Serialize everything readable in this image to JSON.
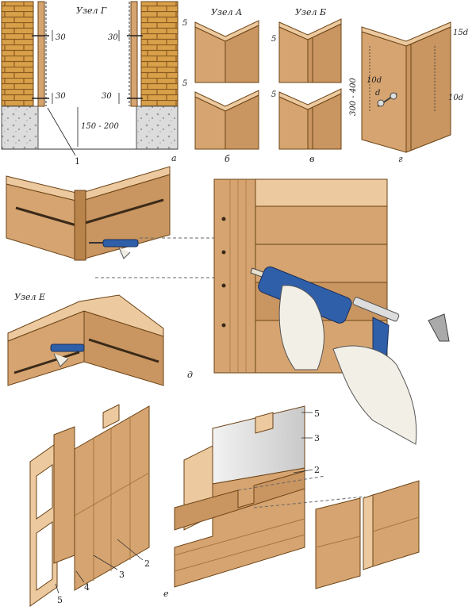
{
  "figure": {
    "labels": {
      "uzel_g": "Узел Г",
      "uzel_a": "Узел А",
      "uzel_b": "Узел Б",
      "uzel_e": "Узел Е"
    },
    "dims": {
      "d30_1": "30",
      "d30_2": "30",
      "d30_3": "30",
      "d30_4": "30",
      "d150": "150 - 200",
      "d5_1": "5",
      "d5_2": "5",
      "d5_3": "5",
      "d5_4": "5",
      "d15d": "15d",
      "d10d_1": "10d",
      "d10d_2": "10d",
      "d_small": "d",
      "d300": "300 - 400"
    },
    "callouts": {
      "n1": "1",
      "n2a": "2",
      "n3a": "3",
      "n4": "4",
      "n5a": "5",
      "n5b": "5",
      "n3b": "3",
      "n2b": "2"
    },
    "panel_letters": {
      "a": "а",
      "b": "б",
      "v": "в",
      "g": "г",
      "d": "д",
      "e": "е"
    },
    "colors": {
      "brick": "#d9a04a",
      "mortar": "#8a5a20",
      "wood": "#d6a470",
      "wood_dark": "#b9834c",
      "wood_light": "#ecc99e",
      "concrete": "#d7d7d7",
      "gun_blue": "#2f5fa8",
      "sealant": "#3a2a1a"
    },
    "icons": [
      "brick-wall-icon",
      "caulking-gun-icon",
      "hand-icon",
      "nail-icon"
    ]
  }
}
